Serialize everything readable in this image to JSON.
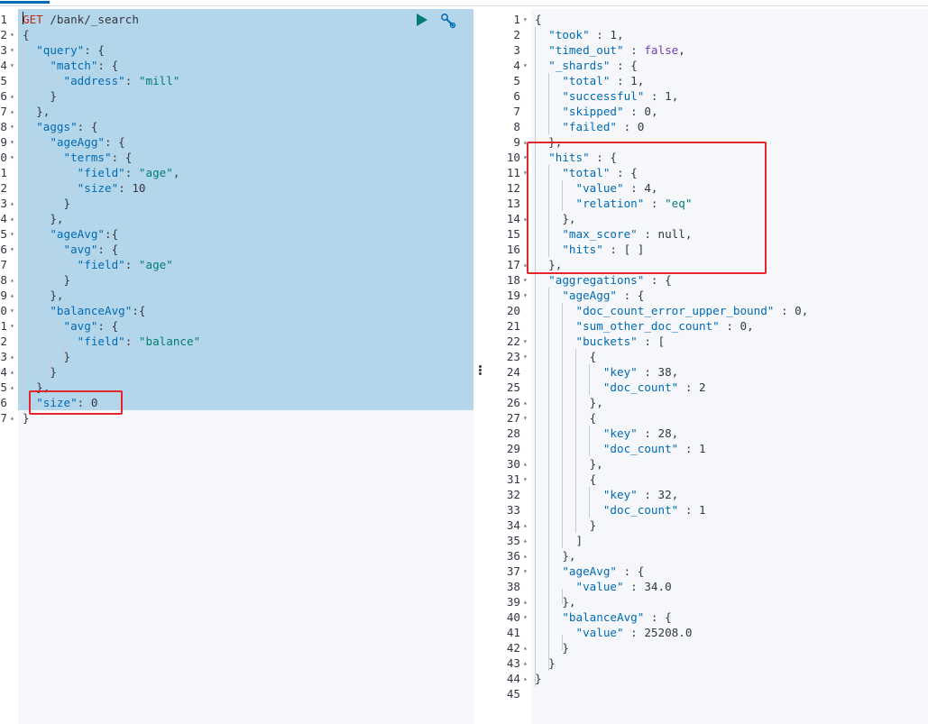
{
  "request_editor": {
    "lines": [
      {
        "n": "1",
        "fold": "",
        "tokens": [
          [
            "method",
            "GET"
          ],
          [
            "p",
            " "
          ],
          [
            "n",
            "/bank/_search"
          ]
        ]
      },
      {
        "n": "2",
        "fold": "▾",
        "tokens": [
          [
            "p",
            "{"
          ]
        ]
      },
      {
        "n": "3",
        "fold": "▾",
        "tokens": [
          [
            "p",
            "  "
          ],
          [
            "k",
            "\"query\""
          ],
          [
            "p",
            ": {"
          ]
        ]
      },
      {
        "n": "4",
        "fold": "▾",
        "tokens": [
          [
            "p",
            "    "
          ],
          [
            "k",
            "\"match\""
          ],
          [
            "p",
            ": {"
          ]
        ]
      },
      {
        "n": "5",
        "fold": "",
        "tokens": [
          [
            "p",
            "      "
          ],
          [
            "k",
            "\"address\""
          ],
          [
            "p",
            ": "
          ],
          [
            "s",
            "\"mill\""
          ]
        ]
      },
      {
        "n": "6",
        "fold": "▴",
        "tokens": [
          [
            "p",
            "    }"
          ]
        ]
      },
      {
        "n": "7",
        "fold": "▴",
        "tokens": [
          [
            "p",
            "  },"
          ]
        ]
      },
      {
        "n": "8",
        "fold": "▾",
        "tokens": [
          [
            "p",
            "  "
          ],
          [
            "k",
            "\"aggs\""
          ],
          [
            "p",
            ": {"
          ]
        ]
      },
      {
        "n": "9",
        "fold": "▾",
        "tokens": [
          [
            "p",
            "    "
          ],
          [
            "k",
            "\"ageAgg\""
          ],
          [
            "p",
            ": {"
          ]
        ]
      },
      {
        "n": "0",
        "fold": "▾",
        "tokens": [
          [
            "p",
            "      "
          ],
          [
            "k",
            "\"terms\""
          ],
          [
            "p",
            ": {"
          ]
        ]
      },
      {
        "n": "1",
        "fold": "",
        "tokens": [
          [
            "p",
            "        "
          ],
          [
            "k",
            "\"field\""
          ],
          [
            "p",
            ": "
          ],
          [
            "s",
            "\"age\""
          ],
          [
            "p",
            ","
          ]
        ]
      },
      {
        "n": "2",
        "fold": "",
        "tokens": [
          [
            "p",
            "        "
          ],
          [
            "k",
            "\"size\""
          ],
          [
            "p",
            ": "
          ],
          [
            "n",
            "10"
          ]
        ]
      },
      {
        "n": "3",
        "fold": "▴",
        "tokens": [
          [
            "p",
            "      }"
          ]
        ]
      },
      {
        "n": "4",
        "fold": "▴",
        "tokens": [
          [
            "p",
            "    },"
          ]
        ]
      },
      {
        "n": "5",
        "fold": "▾",
        "tokens": [
          [
            "p",
            "    "
          ],
          [
            "k",
            "\"ageAvg\""
          ],
          [
            "p",
            ":{"
          ]
        ]
      },
      {
        "n": "6",
        "fold": "▾",
        "tokens": [
          [
            "p",
            "      "
          ],
          [
            "k",
            "\"avg\""
          ],
          [
            "p",
            ": {"
          ]
        ]
      },
      {
        "n": "7",
        "fold": "",
        "tokens": [
          [
            "p",
            "        "
          ],
          [
            "k",
            "\"field\""
          ],
          [
            "p",
            ": "
          ],
          [
            "s",
            "\"age\""
          ]
        ]
      },
      {
        "n": "8",
        "fold": "▴",
        "tokens": [
          [
            "p",
            "      }"
          ]
        ]
      },
      {
        "n": "9",
        "fold": "▴",
        "tokens": [
          [
            "p",
            "    },"
          ]
        ]
      },
      {
        "n": "0",
        "fold": "▾",
        "tokens": [
          [
            "p",
            "    "
          ],
          [
            "k",
            "\"balanceAvg\""
          ],
          [
            "p",
            ":{"
          ]
        ]
      },
      {
        "n": "1",
        "fold": "▾",
        "tokens": [
          [
            "p",
            "      "
          ],
          [
            "k",
            "\"avg\""
          ],
          [
            "p",
            ": {"
          ]
        ]
      },
      {
        "n": "2",
        "fold": "",
        "tokens": [
          [
            "p",
            "        "
          ],
          [
            "k",
            "\"field\""
          ],
          [
            "p",
            ": "
          ],
          [
            "s",
            "\"balance\""
          ]
        ]
      },
      {
        "n": "3",
        "fold": "▴",
        "tokens": [
          [
            "p",
            "      }"
          ]
        ]
      },
      {
        "n": "4",
        "fold": "▴",
        "tokens": [
          [
            "p",
            "    }"
          ]
        ]
      },
      {
        "n": "5",
        "fold": "▴",
        "tokens": [
          [
            "p",
            "  },"
          ]
        ]
      },
      {
        "n": "6",
        "fold": "",
        "tokens": [
          [
            "p",
            "  "
          ],
          [
            "k",
            "\"size\""
          ],
          [
            "p",
            ": "
          ],
          [
            "n",
            "0"
          ]
        ]
      },
      {
        "n": "7",
        "fold": "▴",
        "tokens": [
          [
            "p",
            "}"
          ]
        ]
      }
    ]
  },
  "response_editor": {
    "lines": [
      {
        "n": "1",
        "fold": "▾",
        "tokens": [
          [
            "p",
            "{"
          ]
        ]
      },
      {
        "n": "2",
        "fold": "",
        "tokens": [
          [
            "p",
            "  "
          ],
          [
            "k",
            "\"took\""
          ],
          [
            "p",
            " : "
          ],
          [
            "n",
            "1"
          ],
          [
            "p",
            ","
          ]
        ]
      },
      {
        "n": "3",
        "fold": "",
        "tokens": [
          [
            "p",
            "  "
          ],
          [
            "k",
            "\"timed_out\""
          ],
          [
            "p",
            " : "
          ],
          [
            "kw",
            "false"
          ],
          [
            "p",
            ","
          ]
        ]
      },
      {
        "n": "4",
        "fold": "▾",
        "tokens": [
          [
            "p",
            "  "
          ],
          [
            "k",
            "\"_shards\""
          ],
          [
            "p",
            " : {"
          ]
        ]
      },
      {
        "n": "5",
        "fold": "",
        "tokens": [
          [
            "p",
            "    "
          ],
          [
            "k",
            "\"total\""
          ],
          [
            "p",
            " : "
          ],
          [
            "n",
            "1"
          ],
          [
            "p",
            ","
          ]
        ]
      },
      {
        "n": "6",
        "fold": "",
        "tokens": [
          [
            "p",
            "    "
          ],
          [
            "k",
            "\"successful\""
          ],
          [
            "p",
            " : "
          ],
          [
            "n",
            "1"
          ],
          [
            "p",
            ","
          ]
        ]
      },
      {
        "n": "7",
        "fold": "",
        "tokens": [
          [
            "p",
            "    "
          ],
          [
            "k",
            "\"skipped\""
          ],
          [
            "p",
            " : "
          ],
          [
            "n",
            "0"
          ],
          [
            "p",
            ","
          ]
        ]
      },
      {
        "n": "8",
        "fold": "",
        "tokens": [
          [
            "p",
            "    "
          ],
          [
            "k",
            "\"failed\""
          ],
          [
            "p",
            " : "
          ],
          [
            "n",
            "0"
          ]
        ]
      },
      {
        "n": "9",
        "fold": "▴",
        "tokens": [
          [
            "p",
            "  },"
          ]
        ]
      },
      {
        "n": "10",
        "fold": "▾",
        "tokens": [
          [
            "p",
            "  "
          ],
          [
            "k",
            "\"hits\""
          ],
          [
            "p",
            " : {"
          ]
        ]
      },
      {
        "n": "11",
        "fold": "▾",
        "tokens": [
          [
            "p",
            "    "
          ],
          [
            "k",
            "\"total\""
          ],
          [
            "p",
            " : {"
          ]
        ]
      },
      {
        "n": "12",
        "fold": "",
        "tokens": [
          [
            "p",
            "      "
          ],
          [
            "k",
            "\"value\""
          ],
          [
            "p",
            " : "
          ],
          [
            "n",
            "4"
          ],
          [
            "p",
            ","
          ]
        ]
      },
      {
        "n": "13",
        "fold": "",
        "tokens": [
          [
            "p",
            "      "
          ],
          [
            "k",
            "\"relation\""
          ],
          [
            "p",
            " : "
          ],
          [
            "s",
            "\"eq\""
          ]
        ]
      },
      {
        "n": "14",
        "fold": "▴",
        "tokens": [
          [
            "p",
            "    },"
          ]
        ]
      },
      {
        "n": "15",
        "fold": "",
        "tokens": [
          [
            "p",
            "    "
          ],
          [
            "k",
            "\"max_score\""
          ],
          [
            "p",
            " : "
          ],
          [
            "n",
            "null"
          ],
          [
            "p",
            ","
          ]
        ]
      },
      {
        "n": "16",
        "fold": "",
        "tokens": [
          [
            "p",
            "    "
          ],
          [
            "k",
            "\"hits\""
          ],
          [
            "p",
            " : [ ]"
          ]
        ]
      },
      {
        "n": "17",
        "fold": "▴",
        "tokens": [
          [
            "p",
            "  },"
          ]
        ]
      },
      {
        "n": "18",
        "fold": "▾",
        "tokens": [
          [
            "p",
            "  "
          ],
          [
            "k",
            "\"aggregations\""
          ],
          [
            "p",
            " : {"
          ]
        ]
      },
      {
        "n": "19",
        "fold": "▾",
        "tokens": [
          [
            "p",
            "    "
          ],
          [
            "k",
            "\"ageAgg\""
          ],
          [
            "p",
            " : {"
          ]
        ]
      },
      {
        "n": "20",
        "fold": "",
        "tokens": [
          [
            "p",
            "      "
          ],
          [
            "k",
            "\"doc_count_error_upper_bound\""
          ],
          [
            "p",
            " : "
          ],
          [
            "n",
            "0"
          ],
          [
            "p",
            ","
          ]
        ]
      },
      {
        "n": "21",
        "fold": "",
        "tokens": [
          [
            "p",
            "      "
          ],
          [
            "k",
            "\"sum_other_doc_count\""
          ],
          [
            "p",
            " : "
          ],
          [
            "n",
            "0"
          ],
          [
            "p",
            ","
          ]
        ]
      },
      {
        "n": "22",
        "fold": "▾",
        "tokens": [
          [
            "p",
            "      "
          ],
          [
            "k",
            "\"buckets\""
          ],
          [
            "p",
            " : ["
          ]
        ]
      },
      {
        "n": "23",
        "fold": "▾",
        "tokens": [
          [
            "p",
            "        {"
          ]
        ]
      },
      {
        "n": "24",
        "fold": "",
        "tokens": [
          [
            "p",
            "          "
          ],
          [
            "k",
            "\"key\""
          ],
          [
            "p",
            " : "
          ],
          [
            "n",
            "38"
          ],
          [
            "p",
            ","
          ]
        ]
      },
      {
        "n": "25",
        "fold": "",
        "tokens": [
          [
            "p",
            "          "
          ],
          [
            "k",
            "\"doc_count\""
          ],
          [
            "p",
            " : "
          ],
          [
            "n",
            "2"
          ]
        ]
      },
      {
        "n": "26",
        "fold": "▴",
        "tokens": [
          [
            "p",
            "        },"
          ]
        ]
      },
      {
        "n": "27",
        "fold": "▾",
        "tokens": [
          [
            "p",
            "        {"
          ]
        ]
      },
      {
        "n": "28",
        "fold": "",
        "tokens": [
          [
            "p",
            "          "
          ],
          [
            "k",
            "\"key\""
          ],
          [
            "p",
            " : "
          ],
          [
            "n",
            "28"
          ],
          [
            "p",
            ","
          ]
        ]
      },
      {
        "n": "29",
        "fold": "",
        "tokens": [
          [
            "p",
            "          "
          ],
          [
            "k",
            "\"doc_count\""
          ],
          [
            "p",
            " : "
          ],
          [
            "n",
            "1"
          ]
        ]
      },
      {
        "n": "30",
        "fold": "▴",
        "tokens": [
          [
            "p",
            "        },"
          ]
        ]
      },
      {
        "n": "31",
        "fold": "▾",
        "tokens": [
          [
            "p",
            "        {"
          ]
        ]
      },
      {
        "n": "32",
        "fold": "",
        "tokens": [
          [
            "p",
            "          "
          ],
          [
            "k",
            "\"key\""
          ],
          [
            "p",
            " : "
          ],
          [
            "n",
            "32"
          ],
          [
            "p",
            ","
          ]
        ]
      },
      {
        "n": "33",
        "fold": "",
        "tokens": [
          [
            "p",
            "          "
          ],
          [
            "k",
            "\"doc_count\""
          ],
          [
            "p",
            " : "
          ],
          [
            "n",
            "1"
          ]
        ]
      },
      {
        "n": "34",
        "fold": "▴",
        "tokens": [
          [
            "p",
            "        }"
          ]
        ]
      },
      {
        "n": "35",
        "fold": "▴",
        "tokens": [
          [
            "p",
            "      ]"
          ]
        ]
      },
      {
        "n": "36",
        "fold": "▴",
        "tokens": [
          [
            "p",
            "    },"
          ]
        ]
      },
      {
        "n": "37",
        "fold": "▾",
        "tokens": [
          [
            "p",
            "    "
          ],
          [
            "k",
            "\"ageAvg\""
          ],
          [
            "p",
            " : {"
          ]
        ]
      },
      {
        "n": "38",
        "fold": "",
        "tokens": [
          [
            "p",
            "      "
          ],
          [
            "k",
            "\"value\""
          ],
          [
            "p",
            " : "
          ],
          [
            "n",
            "34.0"
          ]
        ]
      },
      {
        "n": "39",
        "fold": "▴",
        "tokens": [
          [
            "p",
            "    },"
          ]
        ]
      },
      {
        "n": "40",
        "fold": "▾",
        "tokens": [
          [
            "p",
            "    "
          ],
          [
            "k",
            "\"balanceAvg\""
          ],
          [
            "p",
            " : {"
          ]
        ]
      },
      {
        "n": "41",
        "fold": "",
        "tokens": [
          [
            "p",
            "      "
          ],
          [
            "k",
            "\"value\""
          ],
          [
            "p",
            " : "
          ],
          [
            "n",
            "25208.0"
          ]
        ]
      },
      {
        "n": "42",
        "fold": "▴",
        "tokens": [
          [
            "p",
            "    }"
          ]
        ]
      },
      {
        "n": "43",
        "fold": "▴",
        "tokens": [
          [
            "p",
            "  }"
          ]
        ]
      },
      {
        "n": "44",
        "fold": "▴",
        "tokens": [
          [
            "p",
            "}"
          ]
        ]
      },
      {
        "n": "45",
        "fold": "",
        "tokens": []
      }
    ]
  },
  "actions": {
    "play_icon": "play-icon",
    "settings_icon": "wrench-icon"
  },
  "colors": {
    "highlight_box": "#e3262b",
    "selection": "#b4d6ea",
    "key": "#006bb4",
    "string": "#017d73",
    "method": "#bd271e"
  }
}
